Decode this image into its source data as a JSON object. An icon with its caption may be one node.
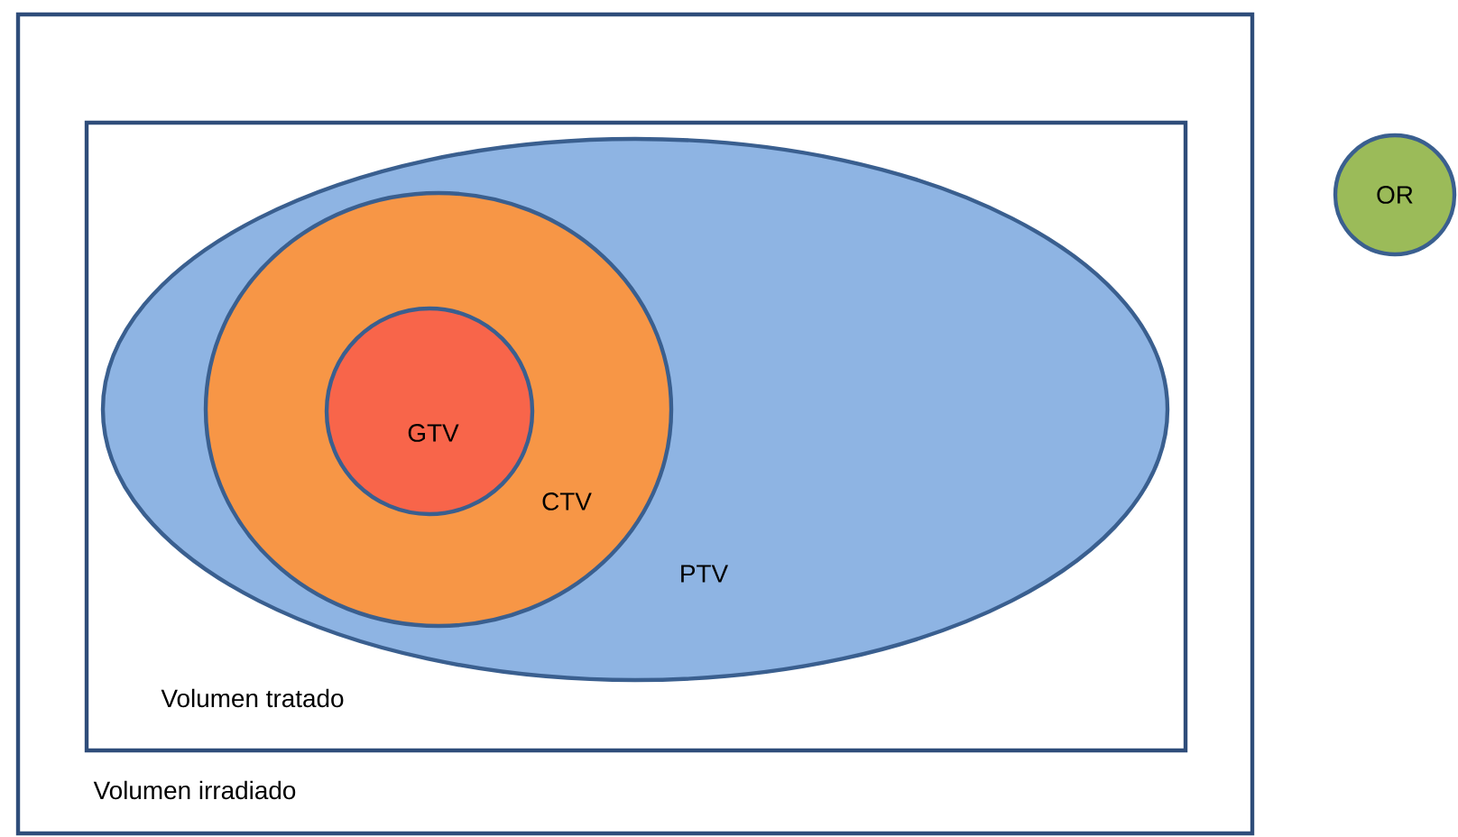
{
  "diagram": {
    "nodes": [
      {
        "text": [
          "Volumen irradiado"
        ]
      },
      {
        "text": [
          "Volumen tratado"
        ],
        "in": 0
      },
      {
        "text": [
          "PTV"
        ],
        "in": 1
      },
      {
        "text": [
          "CTV"
        ],
        "in": 2
      },
      {
        "text": [
          "GTV"
        ],
        "in": 3
      },
      {
        "text": [
          "OR"
        ]
      }
    ]
  }
}
